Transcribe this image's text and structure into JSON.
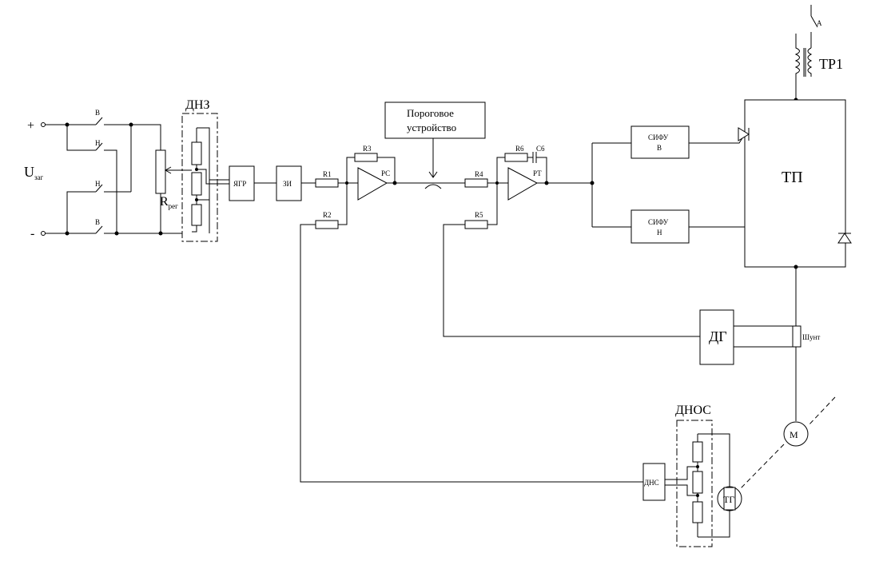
{
  "labels": {
    "plus": "+",
    "minus": "-",
    "u_main": "U",
    "u_sub": "заг",
    "sw_v1": "В",
    "sw_n1": "Н",
    "sw_n2": "Н",
    "sw_v2": "В",
    "r_main": "R",
    "r_sub": "рег",
    "dnz": "ДНЗ",
    "jagr": "ЯГР",
    "zi": "ЗИ",
    "r1": "R1",
    "r2": "R2",
    "r3": "R3",
    "rs": "РС",
    "threshold_line1": "Пороговое",
    "threshold_line2": "устройство",
    "r4": "R4",
    "r5": "R5",
    "r6": "R6",
    "c6": "C6",
    "rt": "РТ",
    "sifu_v_line1": "СИФУ",
    "sifu_v_line2": "В",
    "sifu_n_line1": "СИФУ",
    "sifu_n_line2": "Н",
    "tp": "ТП",
    "tr1": "ТР1",
    "a": "А",
    "dg": "ДГ",
    "shunt": "Шунт",
    "m": "М",
    "dnos": "ДНОС",
    "dns": "ДНС",
    "tg": "ТГ"
  }
}
